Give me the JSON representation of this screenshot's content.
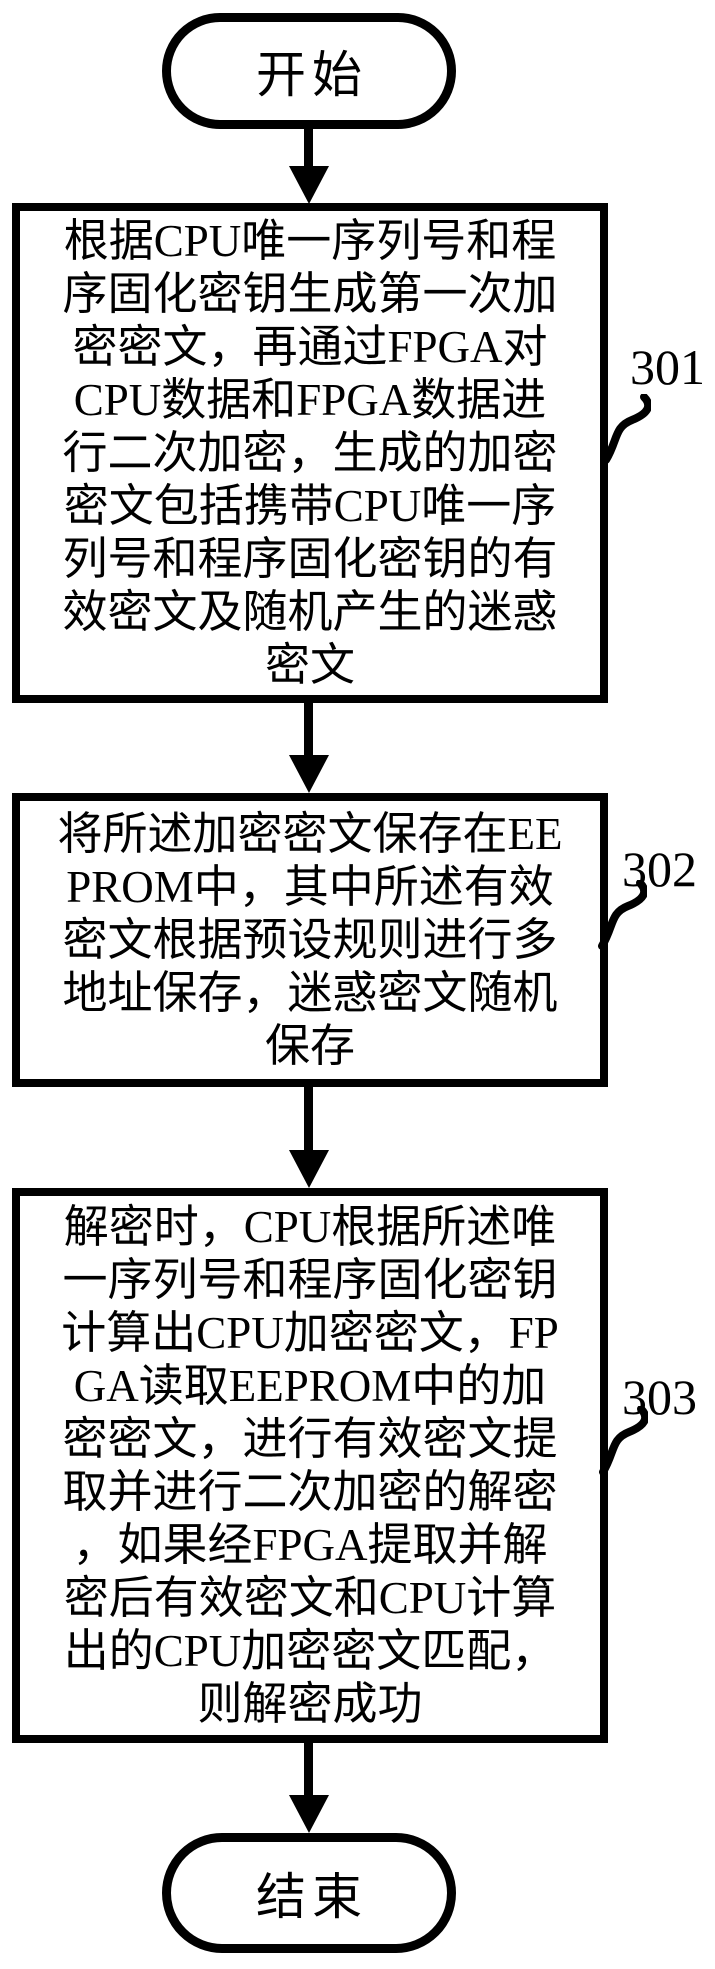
{
  "figure": {
    "start_label": "开始",
    "end_label": "结束",
    "steps": [
      {
        "id": "301",
        "lines": [
          "根据CPU唯一序列号和程",
          "序固化密钥生成第一次加",
          "密密文，再通过FPGA对",
          "CPU数据和FPGA数据进",
          "行二次加密，生成的加密",
          "密文包括携带CPU唯一序",
          "列号和程序固化密钥的有",
          "效密文及随机产生的迷惑",
          "密文"
        ]
      },
      {
        "id": "302",
        "lines": [
          "将所述加密密文保存在EE",
          "PROM中，其中所述有效",
          "密文根据预设规则进行多",
          "地址保存，迷惑密文随机",
          "保存"
        ]
      },
      {
        "id": "303",
        "lines": [
          "解密时，CPU根据所述唯",
          "一序列号和程序固化密钥",
          "计算出CPU加密密文，FP",
          "GA读取EEPROM中的加",
          "密密文，进行有效密文提",
          "取并进行二次加密的解密",
          "，如果经FPGA提取并解",
          "密后有效密文和CPU计算",
          "出的CPU加密密文匹配，",
          "则解密成功"
        ]
      }
    ]
  },
  "colors": {
    "stroke": "#000000",
    "background": "#ffffff"
  }
}
